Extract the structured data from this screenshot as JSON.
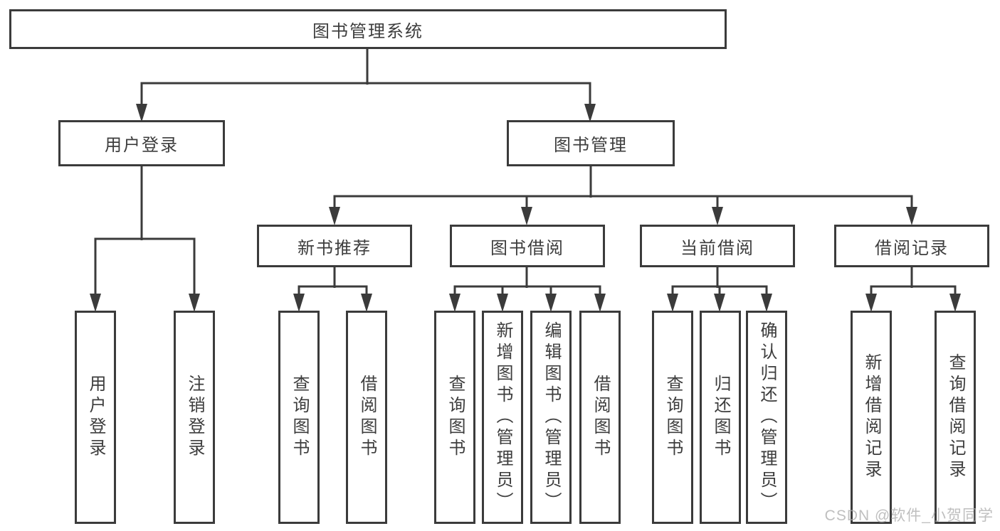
{
  "diagram_title": "图书管理系统",
  "tree": {
    "root": {
      "label": "图书管理系统"
    },
    "branches": [
      {
        "label": "用户登录",
        "children": [
          {
            "label": "用户登录"
          },
          {
            "label": "注销登录"
          }
        ]
      },
      {
        "label": "图书管理",
        "children": [
          {
            "label": "新书推荐",
            "children": [
              {
                "label": "查询图书"
              },
              {
                "label": "借阅图书"
              }
            ]
          },
          {
            "label": "图书借阅",
            "children": [
              {
                "label": "查询图书"
              },
              {
                "label": "新增图书（管理员）"
              },
              {
                "label": "编辑图书（管理员）"
              },
              {
                "label": "借阅图书"
              }
            ]
          },
          {
            "label": "当前借阅",
            "children": [
              {
                "label": "查询图书"
              },
              {
                "label": "归还图书"
              },
              {
                "label": "确认归还（管理员）"
              }
            ]
          },
          {
            "label": "借阅记录",
            "children": [
              {
                "label": "新增借阅记录"
              },
              {
                "label": "查询借阅记录"
              }
            ]
          }
        ]
      }
    ]
  },
  "watermark": {
    "text": "CSDN @软件_小贺同学"
  },
  "colors": {
    "line": "#3b3b3b",
    "text": "#3d3d3d",
    "box_background": "#ffffff",
    "watermark": "#aaaaaa",
    "background": "#ffffff"
  }
}
